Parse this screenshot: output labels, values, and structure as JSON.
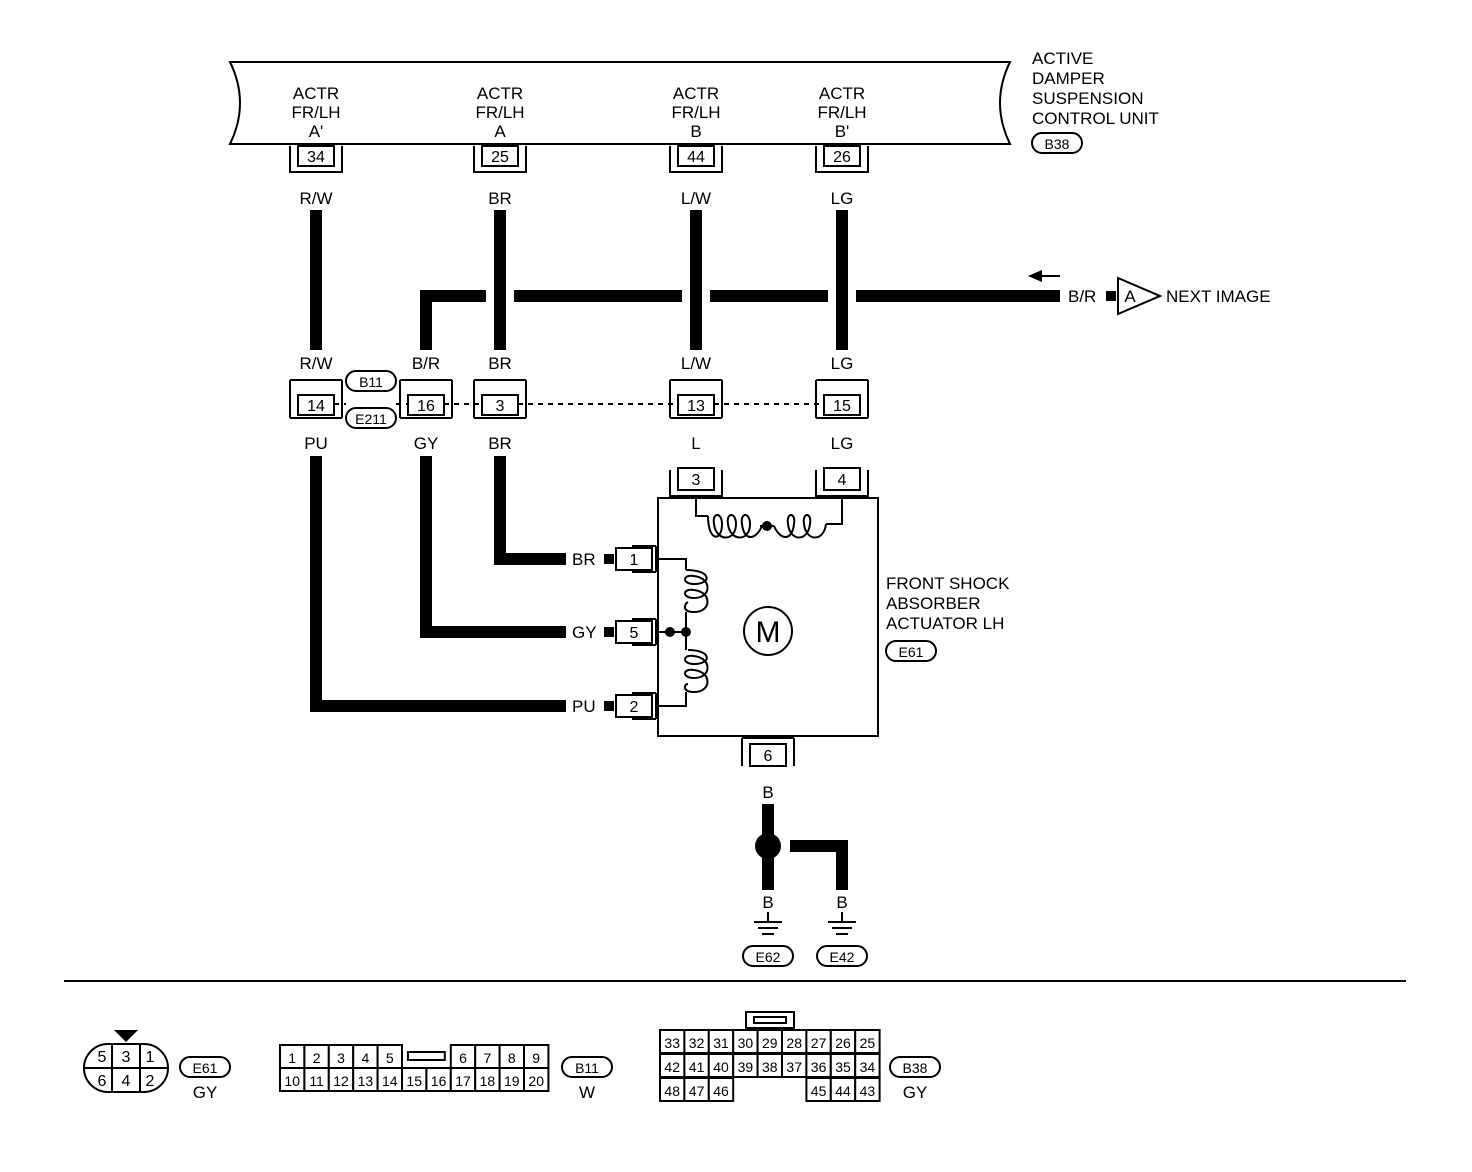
{
  "control_unit": {
    "name_lines": [
      "ACTIVE",
      "DAMPER",
      "SUSPENSION",
      "CONTROL UNIT"
    ],
    "connector": "B38",
    "terminals": [
      {
        "l1": "ACTR",
        "l2": "FR/LH",
        "l3": "A'",
        "pin": "34",
        "wire": "R/W"
      },
      {
        "l1": "ACTR",
        "l2": "FR/LH",
        "l3": "A",
        "pin": "25",
        "wire": "BR"
      },
      {
        "l1": "ACTR",
        "l2": "FR/LH",
        "l3": "B",
        "pin": "44",
        "wire": "L/W"
      },
      {
        "l1": "ACTR",
        "l2": "FR/LH",
        "l3": "B'",
        "pin": "26",
        "wire": "LG"
      }
    ]
  },
  "next_image": {
    "wire": "B/R",
    "ref": "A",
    "label": "NEXT IMAGE"
  },
  "joint_connector": {
    "tag_top": "B11",
    "tag_bottom": "E211",
    "pins": [
      {
        "pin": "14",
        "top": "R/W",
        "bottom": "PU"
      },
      {
        "pin": "16",
        "top": "B/R",
        "bottom": "GY"
      },
      {
        "pin": "3",
        "top": "BR",
        "bottom": "BR"
      },
      {
        "pin": "13",
        "top": "L/W",
        "bottom": "L"
      },
      {
        "pin": "15",
        "top": "LG",
        "bottom": "LG"
      }
    ]
  },
  "actuator": {
    "name_lines": [
      "FRONT SHOCK",
      "ABSORBER",
      "ACTUATOR LH"
    ],
    "connector": "E61",
    "motor_symbol": "M",
    "top_pins": [
      "3",
      "4"
    ],
    "side_pins": [
      {
        "pin": "1",
        "wire": "BR"
      },
      {
        "pin": "5",
        "wire": "GY"
      },
      {
        "pin": "2",
        "wire": "PU"
      }
    ],
    "ground_pin": "6",
    "ground_wire": "B"
  },
  "grounds": [
    {
      "wire": "B",
      "tag": "E62"
    },
    {
      "wire": "B",
      "tag": "E42"
    }
  ],
  "connector_views": [
    {
      "tag": "E61",
      "color": "GY",
      "rows": [
        [
          "5",
          "3",
          "1"
        ],
        [
          "6",
          "4",
          "2"
        ]
      ]
    },
    {
      "tag": "B11",
      "color": "W",
      "rows": [
        [
          "1",
          "2",
          "3",
          "4",
          "5",
          "6",
          "7",
          "8",
          "9"
        ],
        [
          "10",
          "11",
          "12",
          "13",
          "14",
          "15",
          "16",
          "17",
          "18",
          "19",
          "20"
        ]
      ]
    },
    {
      "tag": "B38",
      "color": "GY",
      "rows": [
        [
          "33",
          "32",
          "31",
          "30",
          "29",
          "28",
          "27",
          "26",
          "25"
        ],
        [
          "42",
          "41",
          "40",
          "39",
          "38",
          "37",
          "36",
          "35",
          "34"
        ],
        [
          "48",
          "47",
          "46",
          "45",
          "44",
          "43"
        ]
      ]
    }
  ]
}
